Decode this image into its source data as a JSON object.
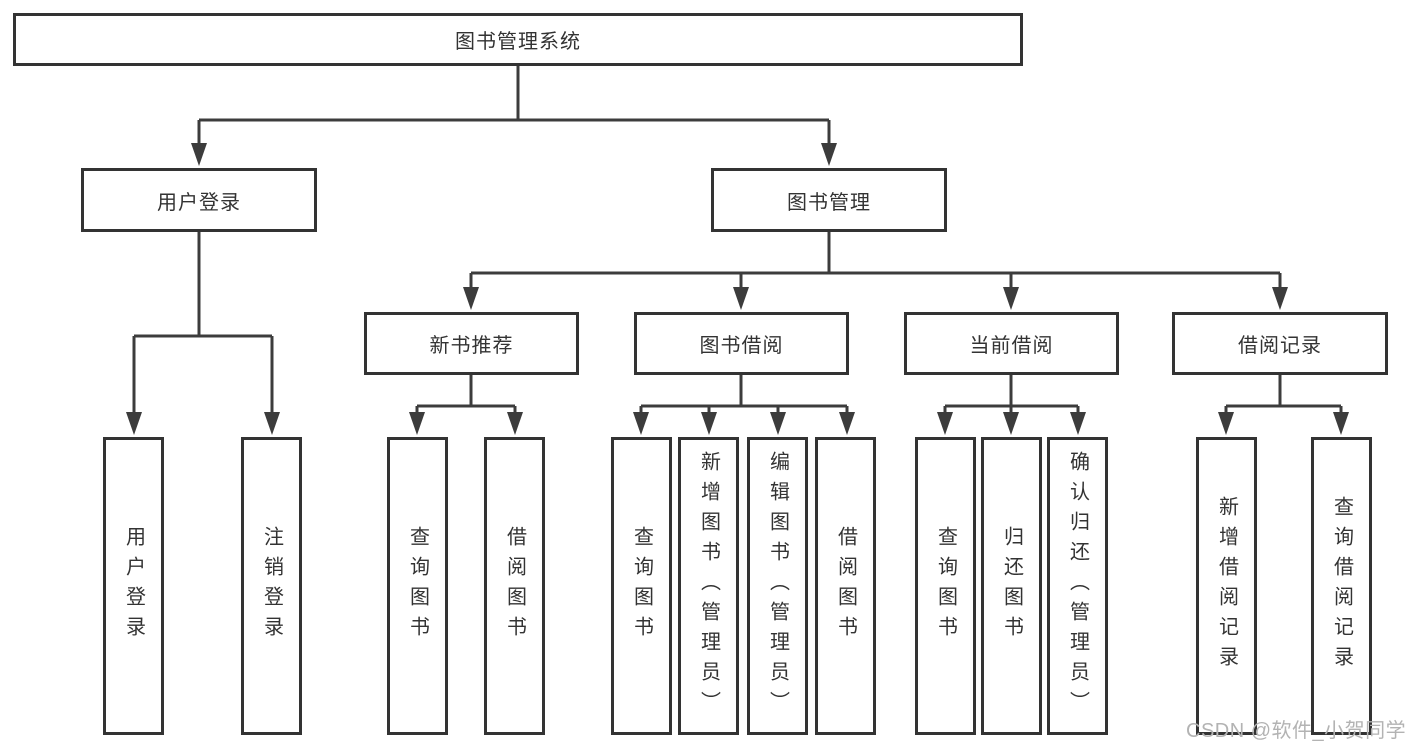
{
  "title": "图书管理系统",
  "nodes": {
    "user_login": {
      "label": "用户登录",
      "children": [
        "用户登录",
        "注销登录"
      ]
    },
    "book_management": {
      "label": "图书管理",
      "groups": [
        {
          "label": "新书推荐",
          "children": [
            "查询图书",
            "借阅图书"
          ]
        },
        {
          "label": "图书借阅",
          "children": [
            "查询图书",
            "新增图书（管理员）",
            "编辑图书（管理员）",
            "借阅图书"
          ]
        },
        {
          "label": "当前借阅",
          "children": [
            "查询图书",
            "归还图书",
            "确认归还（管理员）"
          ]
        },
        {
          "label": "借阅记录",
          "children": [
            "新增借阅记录",
            "查询借阅记录"
          ]
        }
      ]
    }
  },
  "watermark": "CSDN @软件_小贺同学",
  "colors": {
    "line": "#3c3c3c",
    "box_border": "#333333",
    "text": "#333333",
    "watermark": "#b3b3b3",
    "background": "#ffffff"
  }
}
